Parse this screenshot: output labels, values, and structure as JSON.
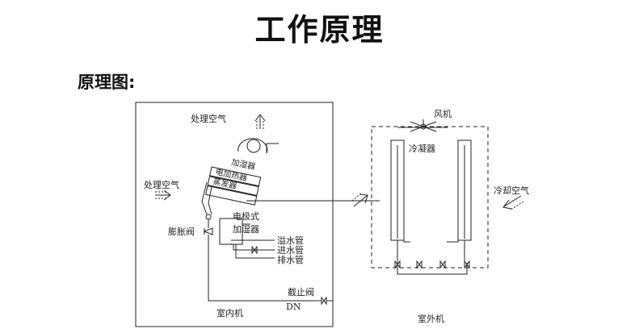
{
  "page": {
    "title": "工作原理",
    "subtitle": "原理图:"
  },
  "indoor": {
    "label": "室内机",
    "processed_air_top": "处理空气",
    "processed_air_left": "处理空气",
    "humidifier": "加湿器",
    "heater": "电加热器",
    "evaporator": "蒸发器",
    "expansion_valve": "膨胀阀",
    "electrode_line1": "电极式",
    "electrode_line2": "加湿器",
    "overflow_pipe": "溢水管",
    "inlet_pipe": "进水管",
    "drain_pipe": "排水管",
    "stop_valve": "截止阀",
    "dn": "DN"
  },
  "outdoor": {
    "label": "室外机",
    "fan": "风机",
    "condenser": "冷凝器",
    "cooling_air": "冷却空气"
  }
}
